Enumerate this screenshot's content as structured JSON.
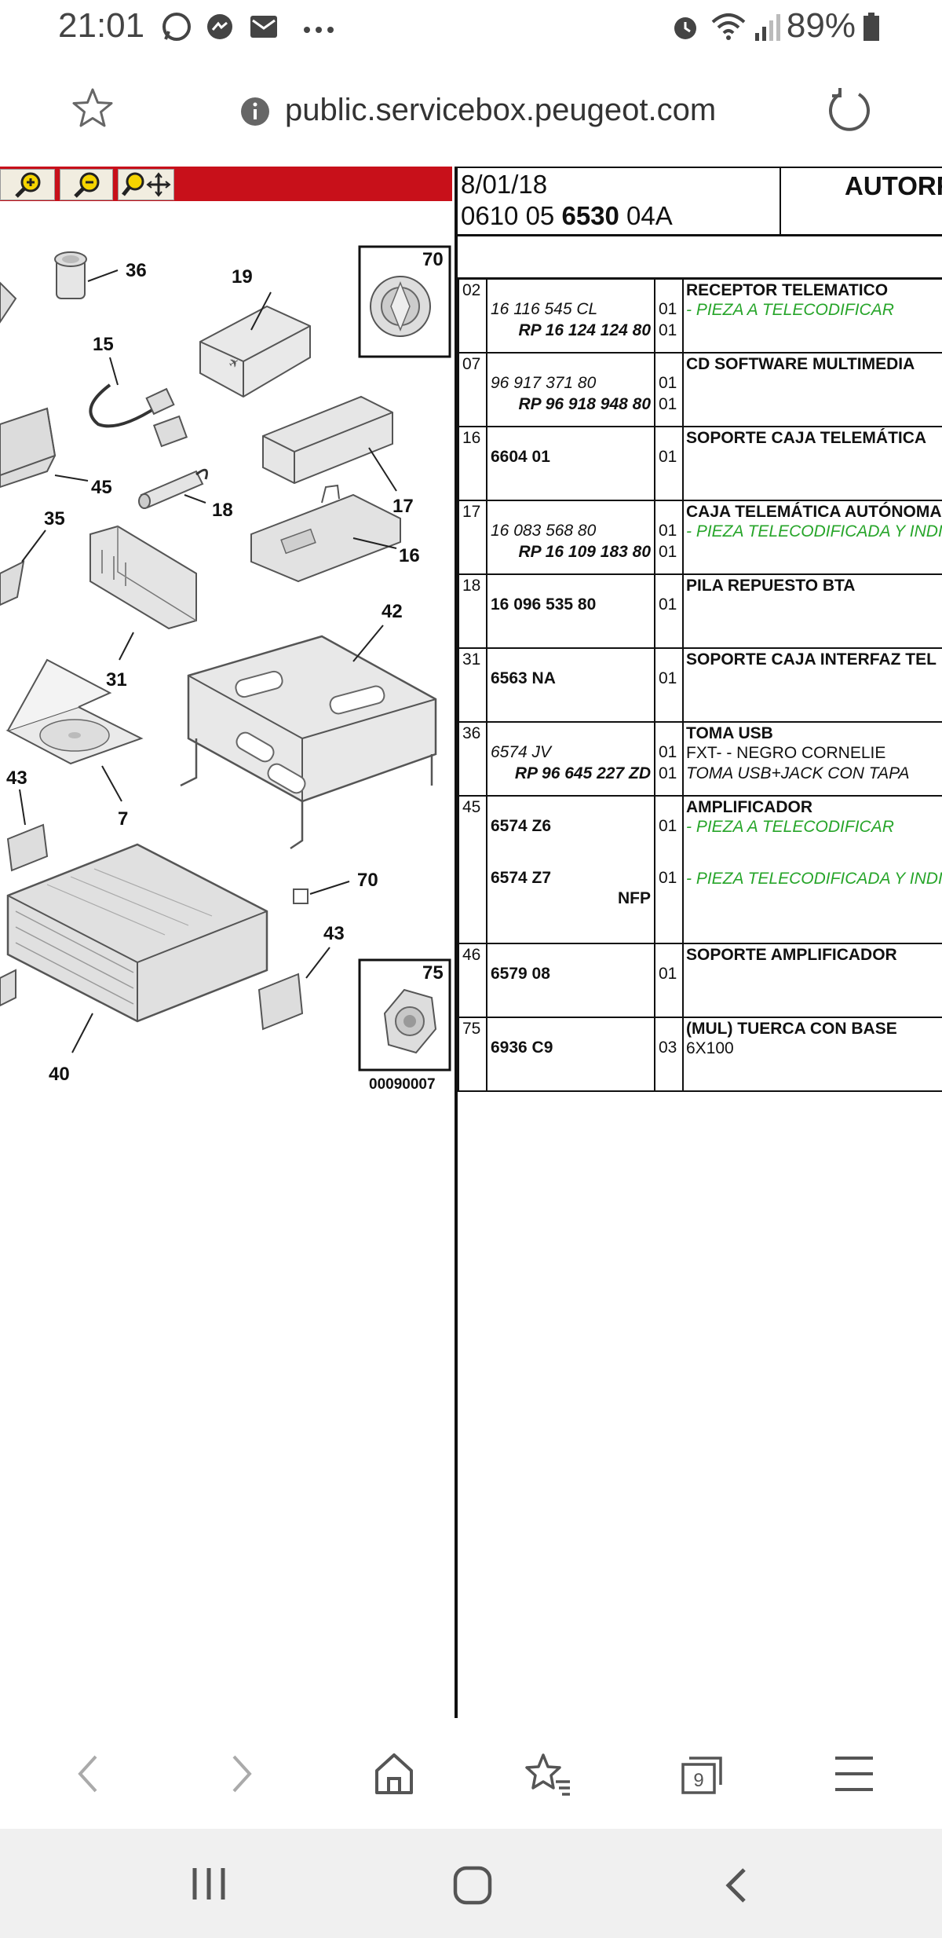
{
  "status_bar": {
    "time": "21:01",
    "battery": "89%",
    "icons": [
      "whatsapp-icon",
      "messenger-icon",
      "mail-icon",
      "more-icon",
      "alarm-icon",
      "wifi-icon",
      "signal-icon",
      "battery-icon"
    ]
  },
  "browser": {
    "url": "public.servicebox.peugeot.com"
  },
  "toolbar": {
    "buttons": [
      "zoom-in-icon",
      "zoom-out-icon",
      "zoom-pan-icon"
    ]
  },
  "diagram": {
    "labels": {
      "p36": "36",
      "p19": "19",
      "p70a": "70",
      "p15": "15",
      "p45": "45",
      "p17": "17",
      "p18": "18",
      "p35": "35",
      "p16": "16",
      "p42": "42",
      "p31": "31",
      "p43a": "43",
      "p7": "7",
      "p70b": "70",
      "p43b": "43",
      "p40": "40",
      "p75": "75",
      "code": "00090007"
    }
  },
  "header": {
    "date": "8/01/18",
    "code_pre": "0610 05 ",
    "code_bold": "6530",
    "code_post": " 04A",
    "title": "AUTORR"
  },
  "parts": [
    {
      "ref": "02",
      "pn1": "16 116 545 CL",
      "pn2": "RP 16 124 124 80",
      "q1": "01",
      "q2": "01",
      "desc": "RECEPTOR TELEMATICO",
      "green": "- PIEZA A TELECODIFICAR"
    },
    {
      "ref": "07",
      "pn1": "96 917 371 80",
      "pn2": "RP 96 918 948 80",
      "q1": "01",
      "q2": "01",
      "desc": "CD SOFTWARE MULTIMEDIA"
    },
    {
      "ref": "16",
      "main": "6604 01",
      "q": "01",
      "desc": "SOPORTE CAJA TELEMÁTICA"
    },
    {
      "ref": "17",
      "pn1": "16 083 568 80",
      "pn2": "RP 16 109 183 80",
      "q1": "01",
      "q2": "01",
      "desc": "CAJA TELEMÁTICA AUTÓNOMA",
      "green": "- PIEZA TELECODIFICADA Y INDIC"
    },
    {
      "ref": "18",
      "main": "16 096 535 80",
      "q": "01",
      "desc": "PILA REPUESTO BTA"
    },
    {
      "ref": "31",
      "main": "6563 NA",
      "q": "01",
      "desc": "SOPORTE CAJA INTERFAZ TEL"
    },
    {
      "ref": "36",
      "pn1": "6574 JV",
      "pn2": "RP 96 645 227 ZD",
      "q1": "01",
      "q2": "01",
      "desc": "TOMA USB",
      "line2": "FXT- - NEGRO CORNELIE",
      "line3": "TOMA USB+JACK CON TAPA"
    },
    {
      "ref": "45",
      "main": "6574 Z6",
      "main2": "6574 Z7",
      "nfp": "NFP",
      "q1": "01",
      "q2": "01",
      "desc": "AMPLIFICADOR",
      "green": "- PIEZA A TELECODIFICAR",
      "green2": "- PIEZA TELECODIFICADA Y INDIC"
    },
    {
      "ref": "46",
      "main": "6579 08",
      "q": "01",
      "desc": "SOPORTE AMPLIFICADOR"
    },
    {
      "ref": "75",
      "main": "6936 C9",
      "q": "03",
      "desc": "(MUL) TUERCA CON BASE",
      "line2": "6X100"
    }
  ],
  "bottom_nav": {
    "tabs_count": "9",
    "icons": [
      "back-icon",
      "forward-icon",
      "home-icon",
      "bookmarks-icon",
      "tabs-icon",
      "menu-icon"
    ]
  },
  "system_nav": {
    "icons": [
      "recents-icon",
      "home-button-icon",
      "back-button-icon"
    ]
  }
}
